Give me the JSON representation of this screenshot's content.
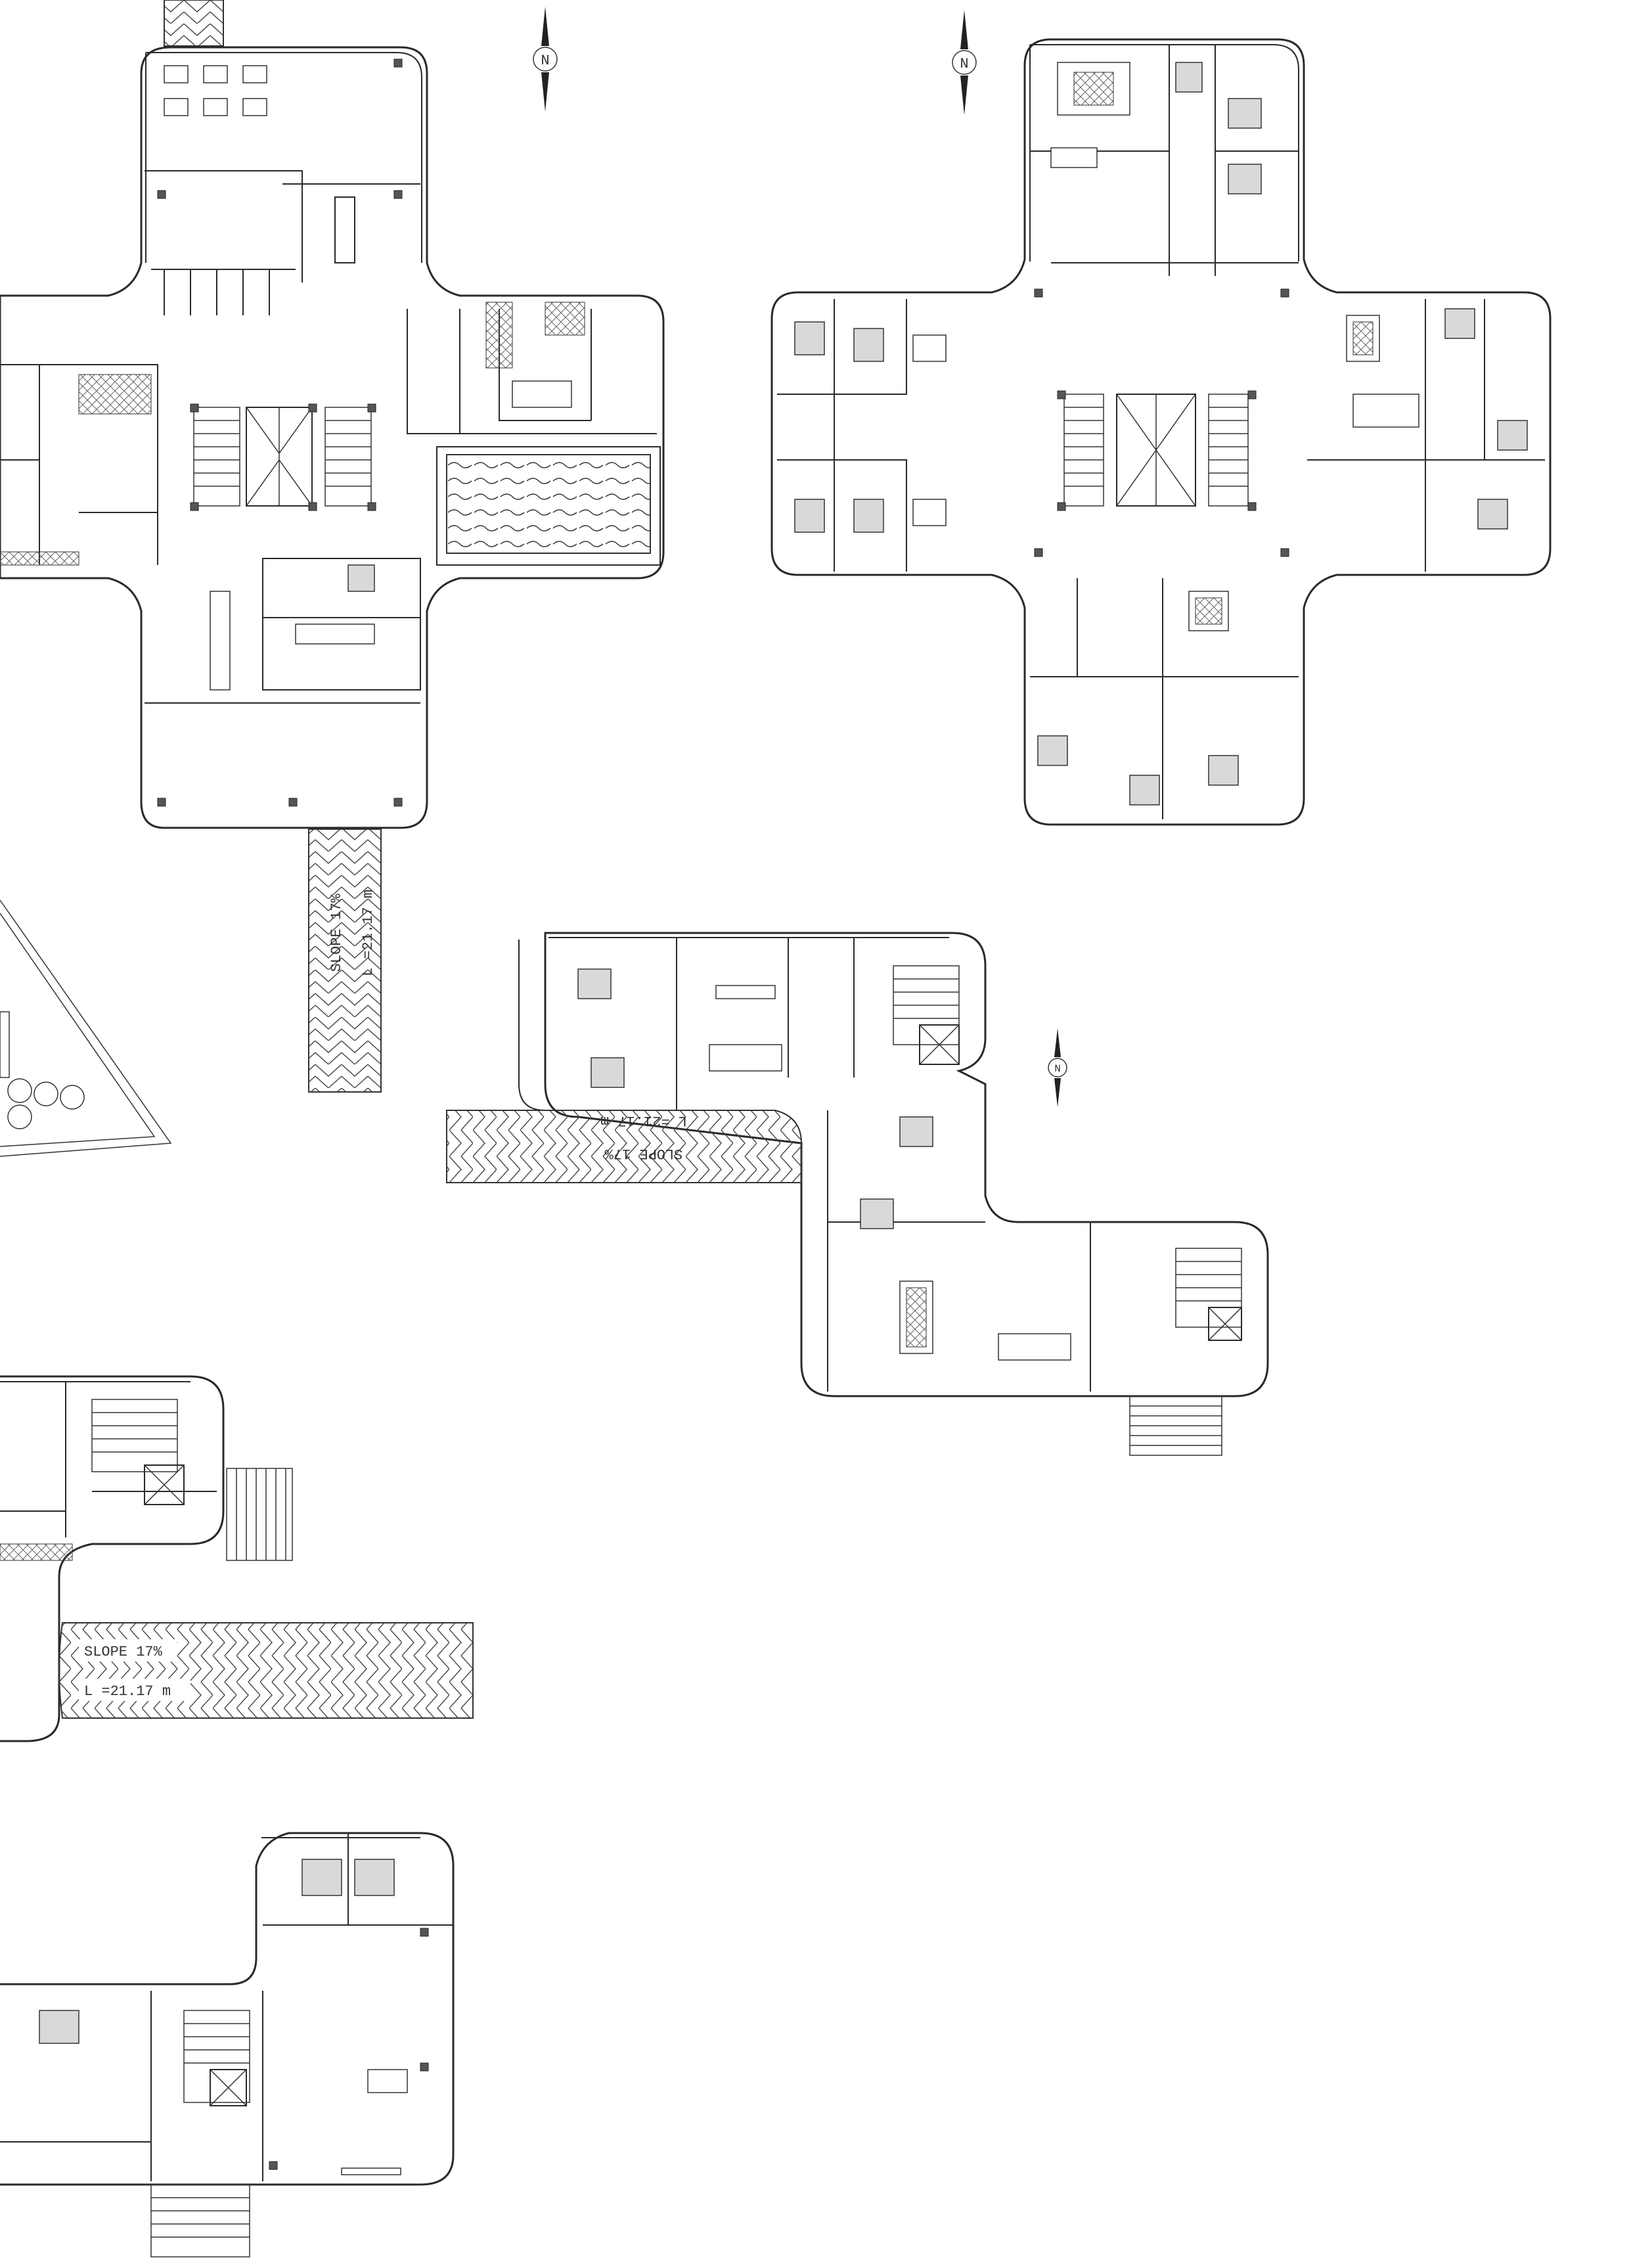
{
  "drawing": {
    "north_marker": "N",
    "ramp_slope": "SLOPE 17%",
    "ramp_length": "L =21.17 m"
  },
  "palette": {
    "line": "#2a2a2a",
    "fill_bed": "#d9d9d9",
    "column": "#555555",
    "background": "#ffffff"
  }
}
